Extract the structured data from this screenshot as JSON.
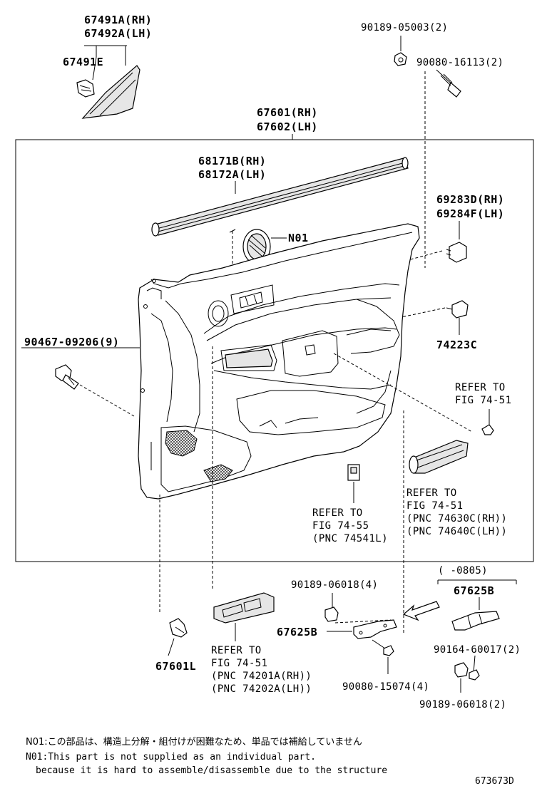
{
  "labels": {
    "p67491a": "67491A(RH)",
    "p67492a": "67492A(LH)",
    "p67491e": "67491E",
    "p90189_05003": "90189-05003(2)",
    "p90080_16113": "90080-16113(2)",
    "p67601": "67601(RH)",
    "p67602": "67602(LH)",
    "p68171b": "68171B(RH)",
    "p68172a": "68172A(LH)",
    "n01": "N01",
    "p69283d": "69283D(RH)",
    "p69284f": "69284F(LH)",
    "p74223c": "74223C",
    "p90467": "90467-09206(9)",
    "p90189_06018_top": "90189-06018(4)",
    "p67625b_top": "67625B",
    "p67625b_left": "67625B",
    "p90164": "90164-60017(2)",
    "p90080_15074": "90080-15074(4)",
    "p90189_06018_bot": "90189-06018(2)",
    "p67601l": "67601L",
    "date_range": "(   -0805)",
    "drawing_no": "673673D"
  },
  "refs": {
    "r7451_a": [
      "REFER TO",
      "FIG 74-51"
    ],
    "r7451_b": [
      "REFER TO",
      "FIG 74-51",
      "(PNC 74630C(RH))",
      "(PNC 74640C(LH))"
    ],
    "r7455": [
      "REFER TO",
      "FIG 74-55",
      "(PNC 74541L)"
    ],
    "r7451_c": [
      "REFER TO",
      "FIG 74-51",
      "(PNC 74201A(RH))",
      "(PNC 74202A(LH))"
    ]
  },
  "notes": {
    "jp": "N01:この部品は、構造上分解・組付けが困難なため、単品では補給していません",
    "en1": "N01:This part is not supplied as an individual part.",
    "en2": "because it is hard to assemble/disassemble due to the structure"
  }
}
